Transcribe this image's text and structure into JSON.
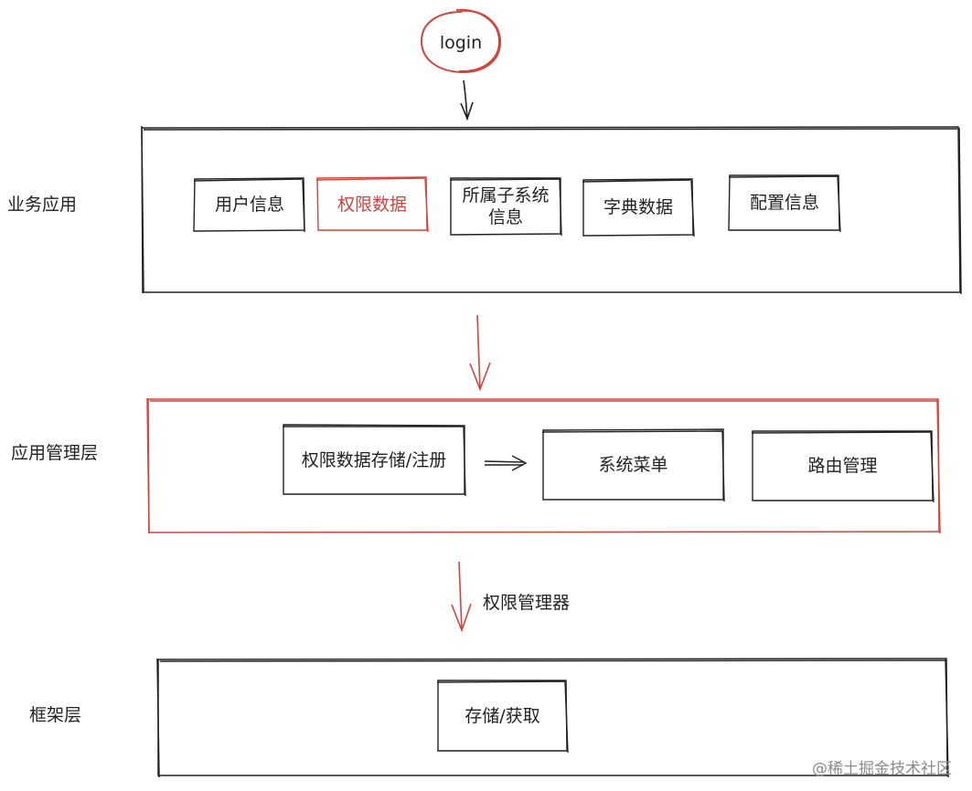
{
  "start": {
    "label": "login"
  },
  "layers": [
    {
      "label": "业务应用",
      "nodes": [
        {
          "text": "用户信息",
          "highlight": false
        },
        {
          "text": "权限数据",
          "highlight": true
        },
        {
          "text": "所属子系统\n信息",
          "highlight": false
        },
        {
          "text": "字典数据",
          "highlight": false
        },
        {
          "text": "配置信息",
          "highlight": false
        }
      ]
    },
    {
      "label": "应用管理层",
      "nodes": [
        {
          "text": "权限数据存储/注册"
        },
        {
          "text": "系统菜单"
        },
        {
          "text": "路由管理"
        }
      ]
    },
    {
      "label": "框架层",
      "nodes": [
        {
          "text": "存储/获取"
        }
      ]
    }
  ],
  "edges": {
    "manager_label": "权限管理器"
  },
  "watermark": "@稀土掘金技术社区",
  "colors": {
    "ink": "#222222",
    "accent": "#d0463f"
  }
}
